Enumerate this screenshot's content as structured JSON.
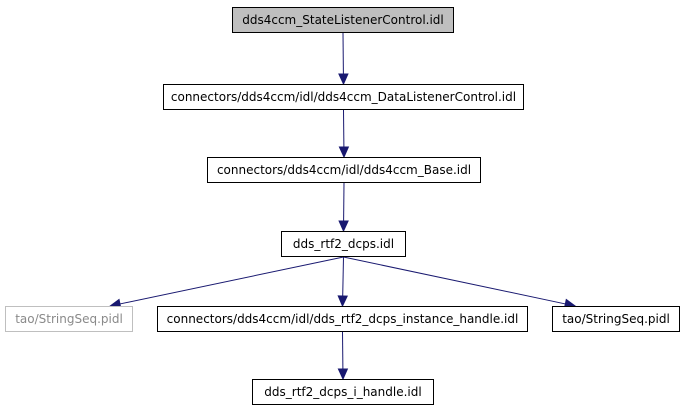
{
  "diagram": {
    "nodes": {
      "root": "dds4ccm_StateListenerControl.idl",
      "data_listener_control": "connectors/dds4ccm/idl/dds4ccm_DataListenerControl.idl",
      "base": "connectors/dds4ccm/idl/dds4ccm_Base.idl",
      "dcps": "dds_rtf2_dcps.idl",
      "string_seq_left": "tao/StringSeq.pidl",
      "instance_handle": "connectors/dds4ccm/idl/dds_rtf2_dcps_instance_handle.idl",
      "string_seq_right": "tao/StringSeq.pidl",
      "i_handle": "dds_rtf2_dcps_i_handle.idl"
    },
    "edges": [
      {
        "from": "root",
        "to": "data_listener_control"
      },
      {
        "from": "data_listener_control",
        "to": "base"
      },
      {
        "from": "base",
        "to": "dcps"
      },
      {
        "from": "dcps",
        "to": "string_seq_left"
      },
      {
        "from": "dcps",
        "to": "instance_handle"
      },
      {
        "from": "dcps",
        "to": "string_seq_right"
      },
      {
        "from": "instance_handle",
        "to": "i_handle"
      }
    ],
    "colors": {
      "edge": "#191970",
      "root_fill": "#bfbfbf",
      "node_border": "#000000",
      "muted_border": "#bfbfbf"
    }
  }
}
